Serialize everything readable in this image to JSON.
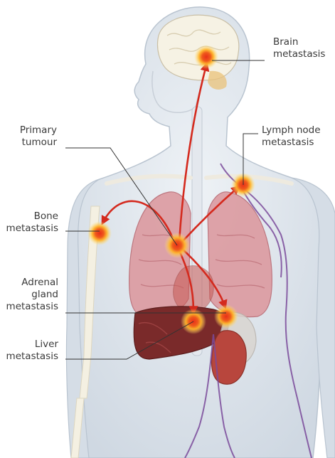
{
  "labels": {
    "brain": [
      "Brain",
      "metastasis"
    ],
    "primary": [
      "Primary",
      "tumour"
    ],
    "lymph": [
      "Lymph node",
      "metastasis"
    ],
    "bone": [
      "Bone",
      "metastasis"
    ],
    "adrenal": [
      "Adrenal",
      "gland",
      "metastasis"
    ],
    "liver": [
      "Liver",
      "metastasis"
    ]
  },
  "colors": {
    "body_fill": "#dfe6ee",
    "body_outline": "#b9c4d0",
    "skeleton": "#f2f0e6",
    "lung": "#d98d93",
    "liver": "#7a2a2a",
    "kidney": "#b8463d",
    "lymph_vessels": "#7a4a9a",
    "arrow": "#d42a1e",
    "tumour_core": "#e8401c",
    "tumour_glow": "#ffcc33",
    "label_text": "#3a3a3a",
    "leader_line": "#333333"
  }
}
